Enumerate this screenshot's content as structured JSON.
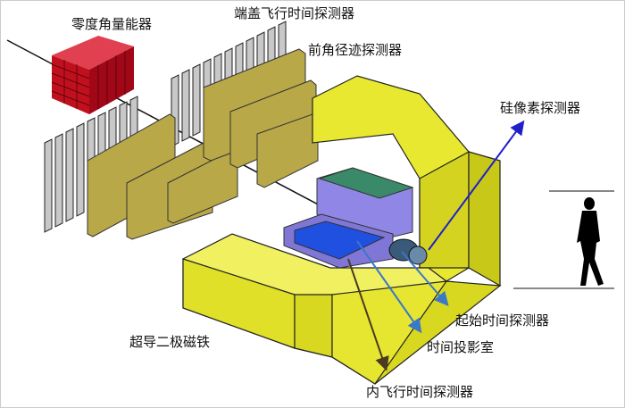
{
  "labels": {
    "zdc": "零度角量能器",
    "etof": "端盖飞行时间探测器",
    "ftd": "前角径迹探测器",
    "pixel": "硅像素探测器",
    "t0": "起始时间探测器",
    "tpc": "时间投影室",
    "magnet": "超导二极磁铁",
    "itof": "内飞行时间探测器"
  },
  "colors": {
    "magnet": "#e8e830",
    "ftd_plate": "#b8a848",
    "tpc": "#8f86e6",
    "pixel_arrow": "#2020c8",
    "zdc": "#c0101e"
  }
}
